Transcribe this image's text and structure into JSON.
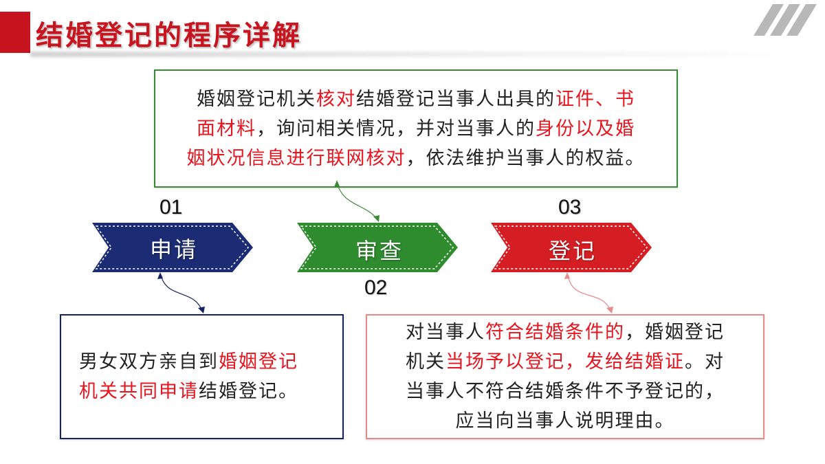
{
  "title": "结婚登记的程序详解",
  "steps": [
    {
      "number": "01",
      "label": "申请",
      "color": "#1b2c74"
    },
    {
      "number": "02",
      "label": "审查",
      "color": "#2e8b2e"
    },
    {
      "number": "03",
      "label": "登记",
      "color": "#d41e24"
    }
  ],
  "review_box": {
    "line1_a": "婚姻登记机关",
    "line1_b": "核对",
    "line1_c": "结婚登记当事人出具的",
    "line1_d": "证件、书",
    "line2_a": "面材料",
    "line2_b": "，询问相关情况，并对当事人的",
    "line2_c": "身份以及婚",
    "line3_a": "姻状况信息进行联网核对",
    "line3_b": "，依法维护当事人的权益。"
  },
  "apply_box": {
    "line1_a": "男女双方亲自到",
    "line1_b": "婚姻登记",
    "line2_a": "机关共同申请",
    "line2_b": "结婚登记。"
  },
  "register_box": {
    "line1_a": "对当事人",
    "line1_b": "符合结婚条件的",
    "line1_c": "，婚姻登记",
    "line2_a": "机关",
    "line2_b": "当场予以登记，发给结婚证",
    "line2_c": "。对",
    "line3": "当事人不符合结婚条件不予登记的，",
    "line4": "应当向当事人说明理由。"
  },
  "colors": {
    "accent_red": "#c8141e",
    "highlight_red": "#e8141e",
    "green": "#3a8a34",
    "navy": "#132366",
    "pink": "#e88a8a"
  }
}
